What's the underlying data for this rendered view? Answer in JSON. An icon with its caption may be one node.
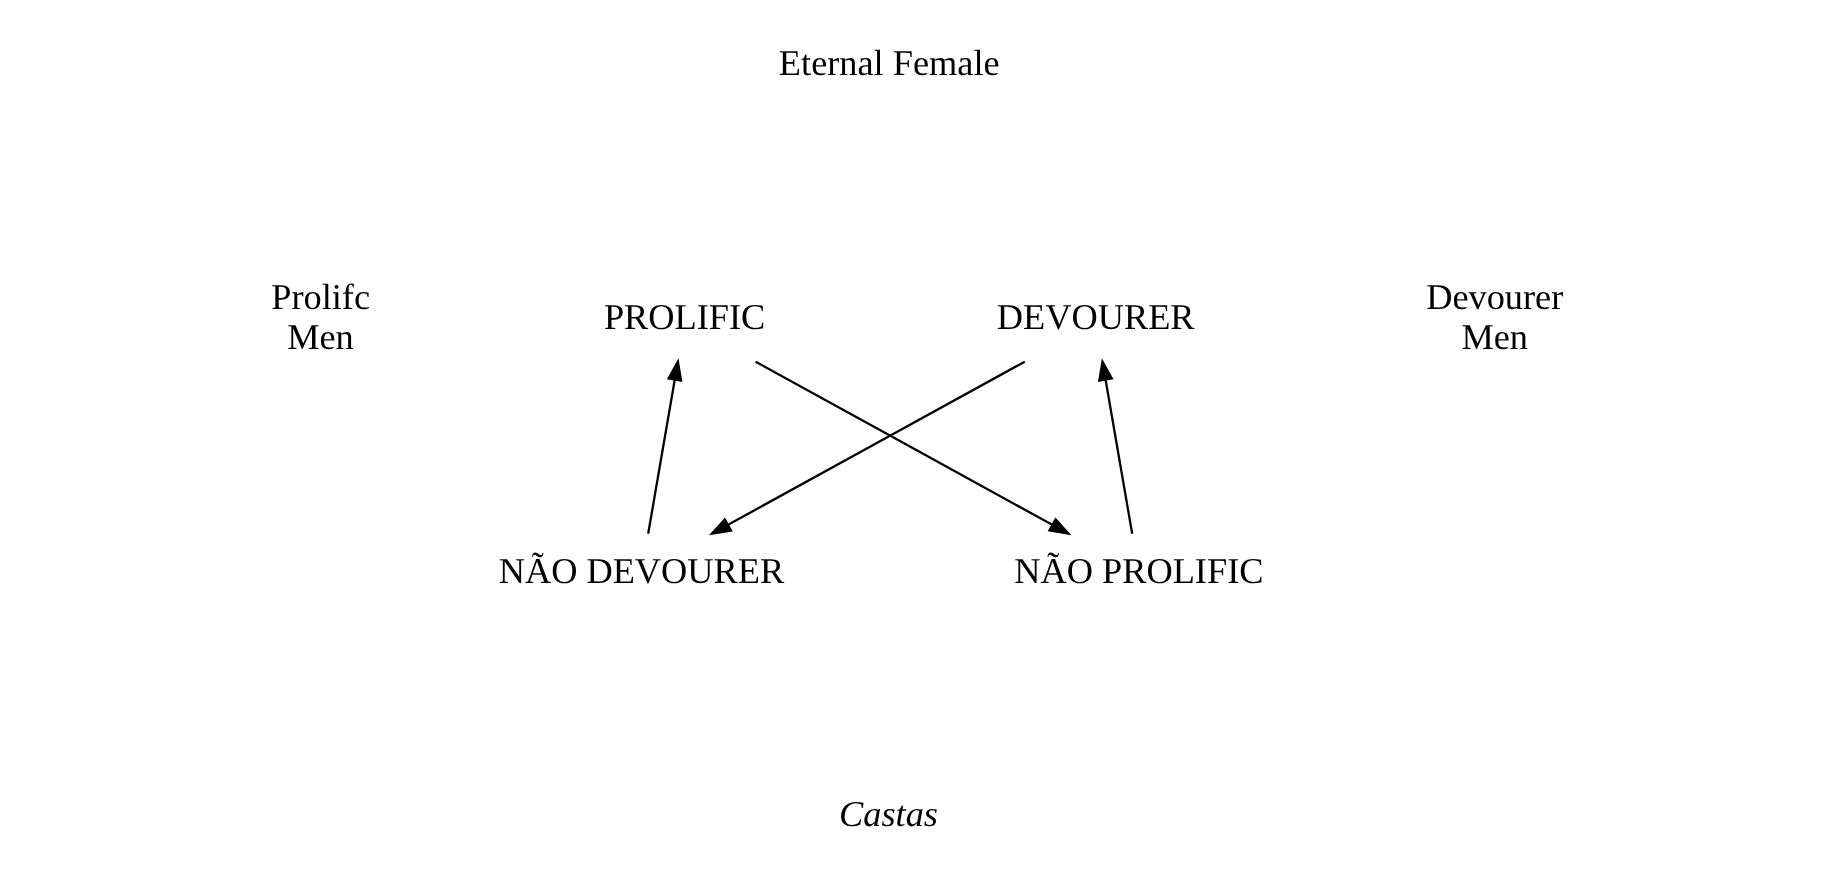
{
  "diagram": {
    "nodes": [
      {
        "text": [
          "PROLIFIC"
        ]
      },
      {
        "text": [
          "DEVOURER"
        ]
      },
      {
        "text": [
          "NÃO DEVOURER"
        ]
      },
      {
        "text": [
          "NÃO PROLIFIC"
        ]
      }
    ],
    "edges": [
      {
        "from": 2,
        "to": 0,
        "arrow": "to"
      },
      {
        "from": 3,
        "to": 1,
        "arrow": "to"
      },
      {
        "from": 0,
        "to": 3,
        "arrow": "to"
      },
      {
        "from": 1,
        "to": 2,
        "arrow": "to"
      }
    ],
    "labels": [
      "Eternal Female",
      "Prolifc Men",
      "Devourer Men",
      "Castas"
    ]
  }
}
